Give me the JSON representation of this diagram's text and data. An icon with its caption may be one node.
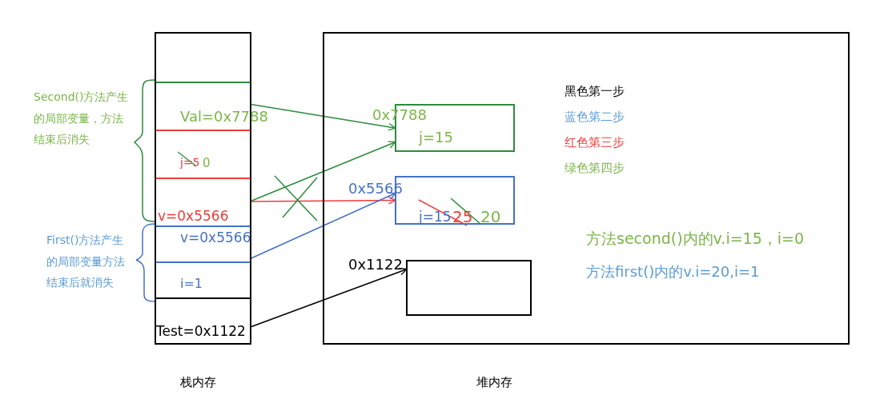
{
  "diagram": {
    "nodes": [
      {
        "text": [
          "栈内存"
        ]
      },
      {
        "text": [
          "Val=0x7788"
        ],
        "in": 0
      },
      {
        "text": [
          "j=5",
          "0"
        ],
        "in": 0
      },
      {
        "text": [
          "v=0x5566"
        ],
        "in": 0
      },
      {
        "text": [
          "v=0x5566"
        ],
        "in": 0
      },
      {
        "text": [
          "i=1"
        ],
        "in": 0
      },
      {
        "text": [
          "Test=0x1122"
        ],
        "in": 0
      },
      {
        "text": [
          "堆内存"
        ]
      },
      {
        "text": [
          "0x7788",
          "j=15"
        ],
        "in": 7
      },
      {
        "text": [
          "0x5566",
          "j=15",
          "25",
          "20"
        ],
        "in": 7
      },
      {
        "text": [
          "0x1122"
        ],
        "in": 7
      }
    ],
    "edges": [
      {
        "from": 1,
        "to": 8,
        "arrow": "to",
        "color": "#2e8b3e"
      },
      {
        "from": 3,
        "to": 9,
        "arrow": "to",
        "color": "#f03c3c"
      },
      {
        "from": 3,
        "to": 8,
        "arrow": "to",
        "color": "#2e8b3e"
      },
      {
        "from": 4,
        "to": 9,
        "arrow": "to",
        "color": "#4472c4"
      },
      {
        "from": 6,
        "to": 10,
        "arrow": "to",
        "color": "#000000"
      }
    ],
    "labels": [
      "Second()方法产生的局部变量，方法结束后消失",
      "First()方法产生的局部变量方法结束后就消失",
      "黑色第一步",
      "蓝色第二步",
      "红色第三步",
      "绿色第四步",
      "方法second()内的v.i=15，i=0",
      "方法first()内的v.i=20,i=1"
    ]
  }
}
